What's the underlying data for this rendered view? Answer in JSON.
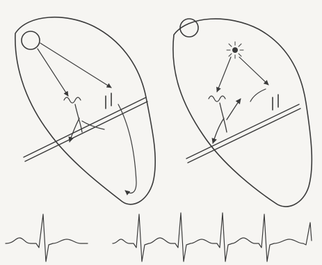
{
  "figure": {
    "background_color": "#f6f5f2",
    "ink_color": "#3a3a3a",
    "bleed_through_text": "",
    "panels": [
      {
        "id": "left",
        "pacemaker": "circle"
      },
      {
        "id": "right",
        "pacemaker": "spark"
      }
    ],
    "traces": [
      {
        "id": "left-trace",
        "beats": 1
      },
      {
        "id": "right-trace",
        "beats": 4
      }
    ]
  }
}
